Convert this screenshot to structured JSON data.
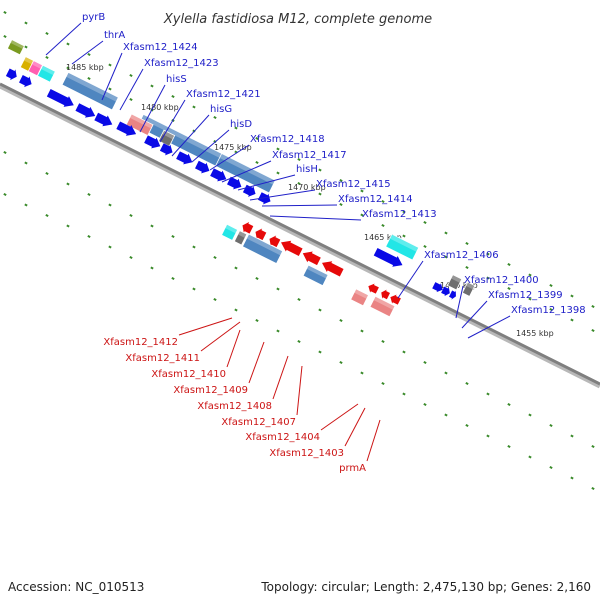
{
  "title": "Xylella fastidiosa M12, complete genome",
  "accession": "Accession: NC_010513",
  "summary": "Topology: circular; Length: 2,475,130 bp; Genes: 2,160",
  "colors": {
    "backbone": "#7f7f7f",
    "forward_gene": "#0a0ae6",
    "reverse_gene": "#e60a0a",
    "forward_cds": "#4f86c0",
    "reverse_cds": "#ea8484",
    "rna": "#22e6e6",
    "dark": "#6e6e6e",
    "label_forward": "#2020c8",
    "label_reverse": "#cc1414",
    "dots_green": "#3a8a2a"
  },
  "ticks": [
    "1485 kbp",
    "1480 kbp",
    "1475 kbp",
    "1470 kbp",
    "1465 kbp",
    "1460 kbp",
    "1455 kbp"
  ],
  "forward_labels": [
    "pyrB",
    "thrA",
    "Xfasm12_1424",
    "Xfasm12_1423",
    "hisS",
    "Xfasm12_1421",
    "hisG",
    "hisD",
    "Xfasm12_1418",
    "Xfasm12_1417",
    "hisH",
    "Xfasm12_1415",
    "Xfasm12_1414",
    "Xfasm12_1413",
    "Xfasm12_1406",
    "Xfasm12_1400",
    "Xfasm12_1399",
    "Xfasm12_1398"
  ],
  "reverse_labels": [
    "Xfasm12_1412",
    "Xfasm12_1411",
    "Xfasm12_1410",
    "Xfasm12_1409",
    "Xfasm12_1408",
    "Xfasm12_1407",
    "Xfasm12_1404",
    "Xfasm12_1403",
    "prmA"
  ]
}
